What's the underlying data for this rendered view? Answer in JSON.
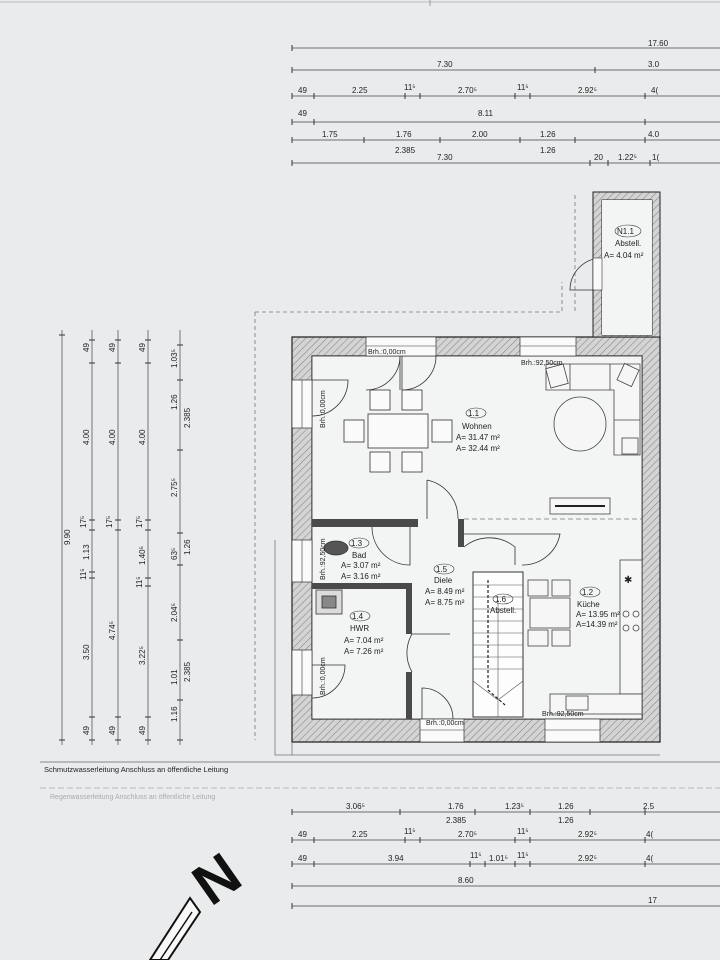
{
  "top_dimensions": {
    "row1": [
      "17.60"
    ],
    "row2": [
      "7.30",
      "3.0"
    ],
    "row3": [
      "49",
      "2.25",
      "11⁵",
      "2.70⁵",
      "11⁵",
      "2.92⁵",
      "4("
    ],
    "row4": [
      "49",
      "8.11"
    ],
    "row5": [
      "1.75",
      "1.76",
      "2.00",
      "1.26",
      "4.0"
    ],
    "row5_sub": [
      "2.385",
      "1.26"
    ],
    "row6": [
      "7.30",
      "20",
      "1.22⁵",
      "1("
    ]
  },
  "left_dimensions": {
    "total": "9.90",
    "col1": [
      "49",
      "3.50",
      "11⁵",
      "1.13",
      "17⁵",
      "4.00",
      "49"
    ],
    "col2": [
      "49",
      "4.74⁵",
      "17⁵",
      "4.00",
      "49"
    ],
    "col3": [
      "49",
      "3.22⁵",
      "11⁵",
      "1.40⁵",
      "17⁵",
      "4.00",
      "49"
    ],
    "col4": [
      "1.16",
      "1.01",
      "2.04⁵",
      "63⁵",
      "2.75⁵",
      "1.26",
      "1.03⁵"
    ],
    "col5": [
      "2.385",
      "1.26",
      "2.385"
    ]
  },
  "rooms": [
    {
      "id": "1.1",
      "name": "Wohnen",
      "area1": "A= 31.47 m²",
      "area2": "A= 32.44 m²"
    },
    {
      "id": "1.2",
      "name": "Küche",
      "area1": "A= 13.95 m²",
      "area2": "A=14.39 m²"
    },
    {
      "id": "1.3",
      "name": "Bad",
      "area1": "A= 3.07 m²",
      "area2": "A= 3.16 m²"
    },
    {
      "id": "1.4",
      "name": "HWR",
      "area1": "A= 7.04 m²",
      "area2": "A= 7.26 m²"
    },
    {
      "id": "1.5",
      "name": "Diele",
      "area1": "A= 8.49 m²",
      "area2": "A= 8.75 m²"
    },
    {
      "id": "1.6",
      "name": "Abstell.",
      "area1": "",
      "area2": ""
    },
    {
      "id": "N1.1",
      "name": "Abstell.",
      "area1": "A= 4.04 m²",
      "area2": ""
    }
  ],
  "window_labels": {
    "w1": "Brh.:0,00cm",
    "w2": "Brh.:92,50cm",
    "w3": "Brh.:0,00cm",
    "w4": "Brh.:92,50cm",
    "w5": "Brh.:0,00cm",
    "w6": "Brh.:0,00cm",
    "w7": "Brh.:92,50cm"
  },
  "notes": {
    "drain": "Schmutzwasserleitung Anschluss an öffentliche Leitung",
    "rain": "Regenwasserleitung Anschluss an öffentliche Leitung"
  },
  "bottom_dimensions": {
    "row1": [
      "3.06⁵",
      "1.76",
      "1.23⁵",
      "1.26",
      "2.5"
    ],
    "row1_sub": [
      "2.385",
      "1.26"
    ],
    "row2": [
      "49",
      "2.25",
      "11⁵",
      "2.70⁵",
      "11⁵",
      "2.92⁵",
      "4("
    ],
    "row3": [
      "49",
      "3.94",
      "11⁵",
      "1.01⁵",
      "11⁵",
      "2.92⁵",
      "4("
    ],
    "row4": [
      "8.60"
    ],
    "row5": [
      "17"
    ]
  },
  "north_symbol": "N",
  "colors": {
    "paper": "#e9ebec",
    "wall": "#3a3a3a",
    "line": "#555555"
  }
}
